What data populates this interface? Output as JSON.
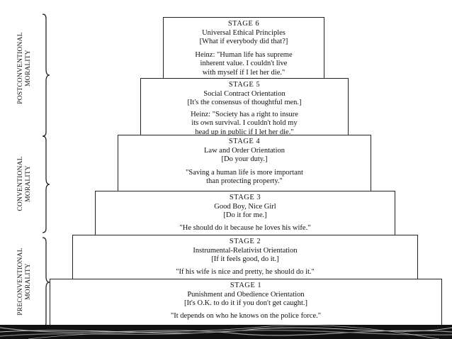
{
  "levels": {
    "post": [
      "POSTCONVENTIONAL",
      "MORALITY"
    ],
    "conv": [
      "CONVENTIONAL",
      "MORALITY"
    ],
    "pre": [
      "PRECONVENTIONAL",
      "MORALITY"
    ]
  },
  "stages": {
    "s6": {
      "title": "STAGE 6",
      "name": "Universal Ethical Principles",
      "question": "[What if everybody did that?]",
      "quote": [
        "Heinz:  \"Human life has supreme",
        "inherent value.  I couldn't live",
        "with myself if I let her die.\""
      ]
    },
    "s5": {
      "title": "STAGE 5",
      "name": "Social Contract Orientation",
      "question": "[It's the consensus of thoughtful men.]",
      "quote": [
        "Heinz:  \"Society has a right to insure",
        "its own survival.  I couldn't hold my",
        "head up in public if I let her die.\""
      ]
    },
    "s4": {
      "title": "STAGE 4",
      "name": "Law and Order Orientation",
      "question": "[Do your duty.]",
      "quote": [
        "\"Saving a human life is more important",
        "than protecting property.\""
      ]
    },
    "s3": {
      "title": "STAGE 3",
      "name": "Good Boy, Nice Girl",
      "question": "[Do it for me.]",
      "quote": [
        "\"He should do it because he loves his wife.\""
      ]
    },
    "s2": {
      "title": "STAGE 2",
      "name": "Instrumental-Relativist Orientation",
      "question": "[If it feels good, do it.]",
      "quote": [
        "\"If his wife is nice and pretty, he should do it.\""
      ]
    },
    "s1": {
      "title": "STAGE 1",
      "name": "Punishment and Obedience Orientation",
      "question": "[It's O.K. to do it if you don't get caught.]",
      "quote": [
        "\"It depends on who he knows on the police force.\""
      ]
    }
  }
}
